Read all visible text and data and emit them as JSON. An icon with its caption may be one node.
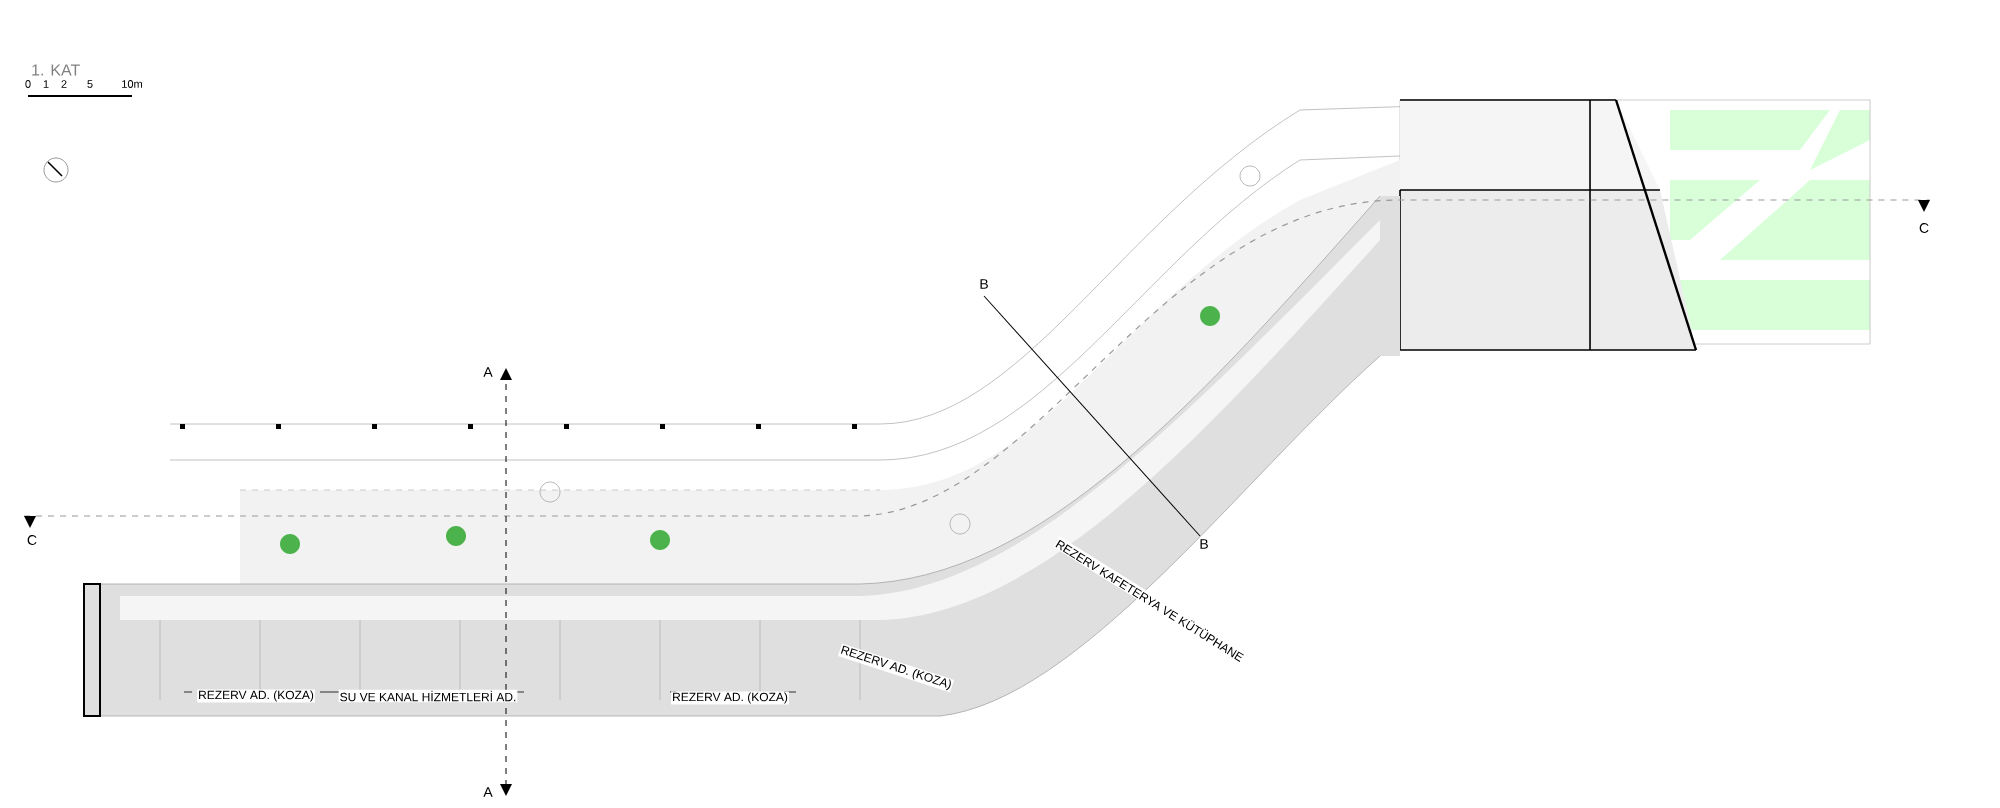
{
  "diagram": {
    "title": "1. KAT",
    "labels": [
      "0",
      "1",
      "2",
      "5",
      "10m",
      "A",
      "A",
      "B",
      "B",
      "C",
      "C",
      "REZERV AD. (KOZA)",
      "SU VE KANAL HİZMETLERİ AD.",
      "REZERV AD. (KOZA)",
      "REZERV AD. (KOZA)",
      "REZERV KAFETERYA VE KÜTÜPHANE"
    ]
  }
}
